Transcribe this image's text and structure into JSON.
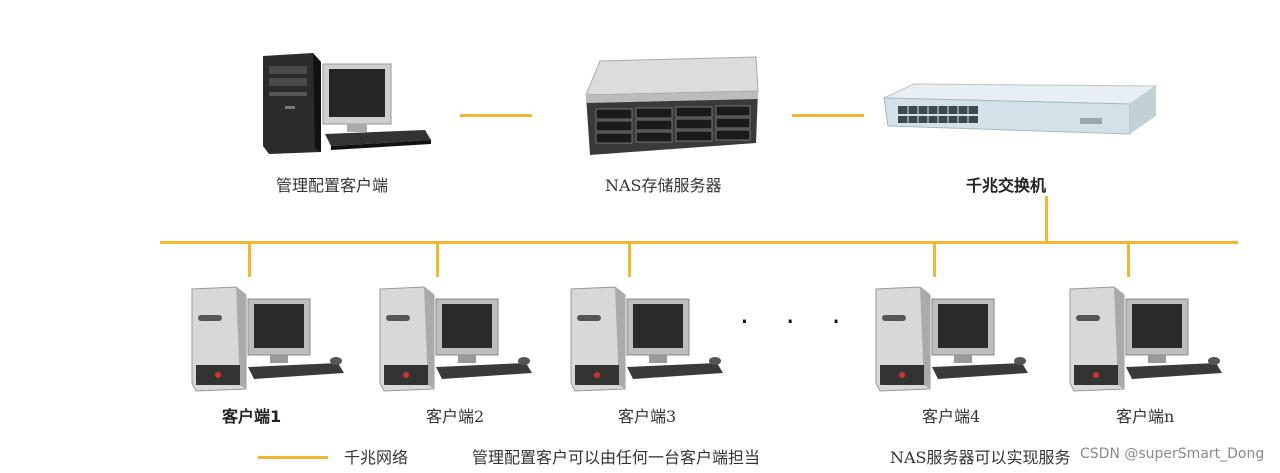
{
  "top": {
    "admin_label": "管理配置客户端",
    "nas_label": "NAS存储服务器",
    "switch_label": "千兆交换机"
  },
  "clients": [
    {
      "label": "客户端1"
    },
    {
      "label": "客户端2"
    },
    {
      "label": "客户端3"
    },
    {
      "label": "客户端4"
    },
    {
      "label": "客户端n"
    }
  ],
  "ellipsis": "· · · ·",
  "legend": {
    "network_label": "千兆网络",
    "note_admin": "管理配置客户可以由任何一台客户端担当",
    "note_nas": "NAS服务器可以实现服务"
  },
  "watermark": "CSDN @superSmart_Dong",
  "colors": {
    "network_line": "#f2b632"
  }
}
